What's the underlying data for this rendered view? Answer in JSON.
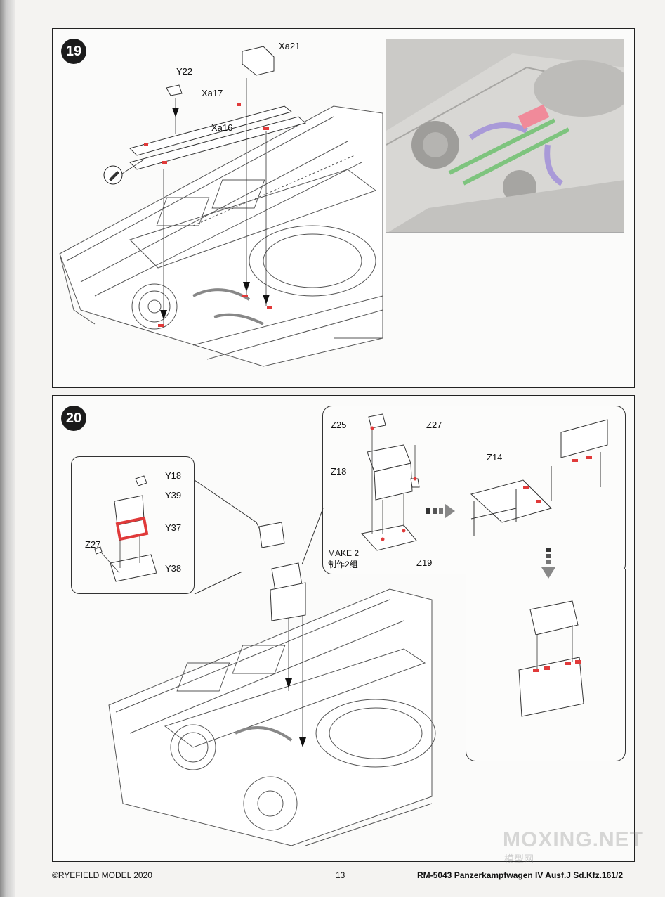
{
  "step19": {
    "number": "19",
    "labels": {
      "y22": "Y22",
      "xa17": "Xa17",
      "xa16": "Xa16",
      "xa21": "Xa21"
    }
  },
  "step20": {
    "number": "20",
    "labels": {
      "y18": "Y18",
      "y39": "Y39",
      "y37": "Y37",
      "z27_left": "Z27",
      "y38": "Y38",
      "z25": "Z25",
      "z27_right": "Z27",
      "z18": "Z18",
      "z19": "Z19",
      "z14": "Z14"
    },
    "make_note": {
      "en": "MAKE 2",
      "zh": "制作2组"
    }
  },
  "footer": {
    "copyright": "©RYEFIELD MODEL 2020",
    "page_number": "13",
    "model": "RM-5043 Panzerkampfwagen IV Ausf.J Sd.Kfz.161/2"
  },
  "watermark": {
    "main": "MOXING.NET",
    "sub": "模型网"
  },
  "colors": {
    "highlight_red": "#e03a3a",
    "guide_green": "#7ec47e",
    "pipe_purple": "#a99ad8",
    "part_pink": "#f08a9a"
  },
  "icons": [
    "pencil-icon",
    "arrow-right-dashed-icon",
    "arrow-down-dashed-icon"
  ]
}
